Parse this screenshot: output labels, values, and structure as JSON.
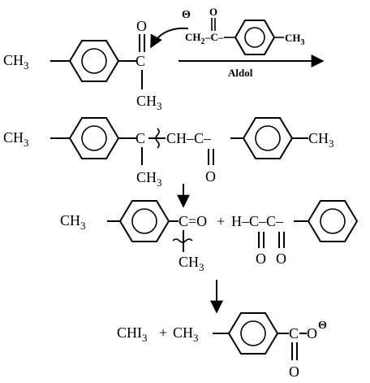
{
  "diagram": {
    "step1": {
      "ketone_methyl": "CH",
      "ketone_methyl_sub": "3",
      "carbonyl_O": "O",
      "carbonyl_C": "C",
      "ketone_lower_methyl": "CH",
      "ketone_lower_methyl_sub": "3",
      "enolate_charge": "Θ",
      "enolate_group": "CH",
      "enolate_group_sub": "2",
      "enolate_dash": "–C–",
      "enolate_O": "O",
      "enolate_ring_methyl": "CH",
      "enolate_ring_methyl_sub": "3",
      "arrow_label": "Aldol"
    },
    "step2": {
      "left_methyl": "CH",
      "left_methyl_sub": "3",
      "center_C": "C",
      "chain": "CH–C–",
      "chain_O": "O",
      "lower_methyl": "CH",
      "lower_methyl_sub": "3",
      "right_methyl": "CH",
      "right_methyl_sub": "3"
    },
    "step3": {
      "left_methyl": "CH",
      "left_methyl_sub": "3",
      "carbonyl": "C=O",
      "lower_methyl": "CH",
      "lower_methyl_sub": "3",
      "plus": "+",
      "glyoxal_chain": "H–C–C–",
      "O1": "O",
      "O2": "O"
    },
    "step4": {
      "iodoform": "CHI",
      "iodoform_sub": "3",
      "plus": "+",
      "methyl": "CH",
      "methyl_sub": "3",
      "carboxyl_C": "C",
      "carboxyl_O": "O",
      "carboxylate_O": "O",
      "carboxylate_charge": "Θ"
    }
  }
}
